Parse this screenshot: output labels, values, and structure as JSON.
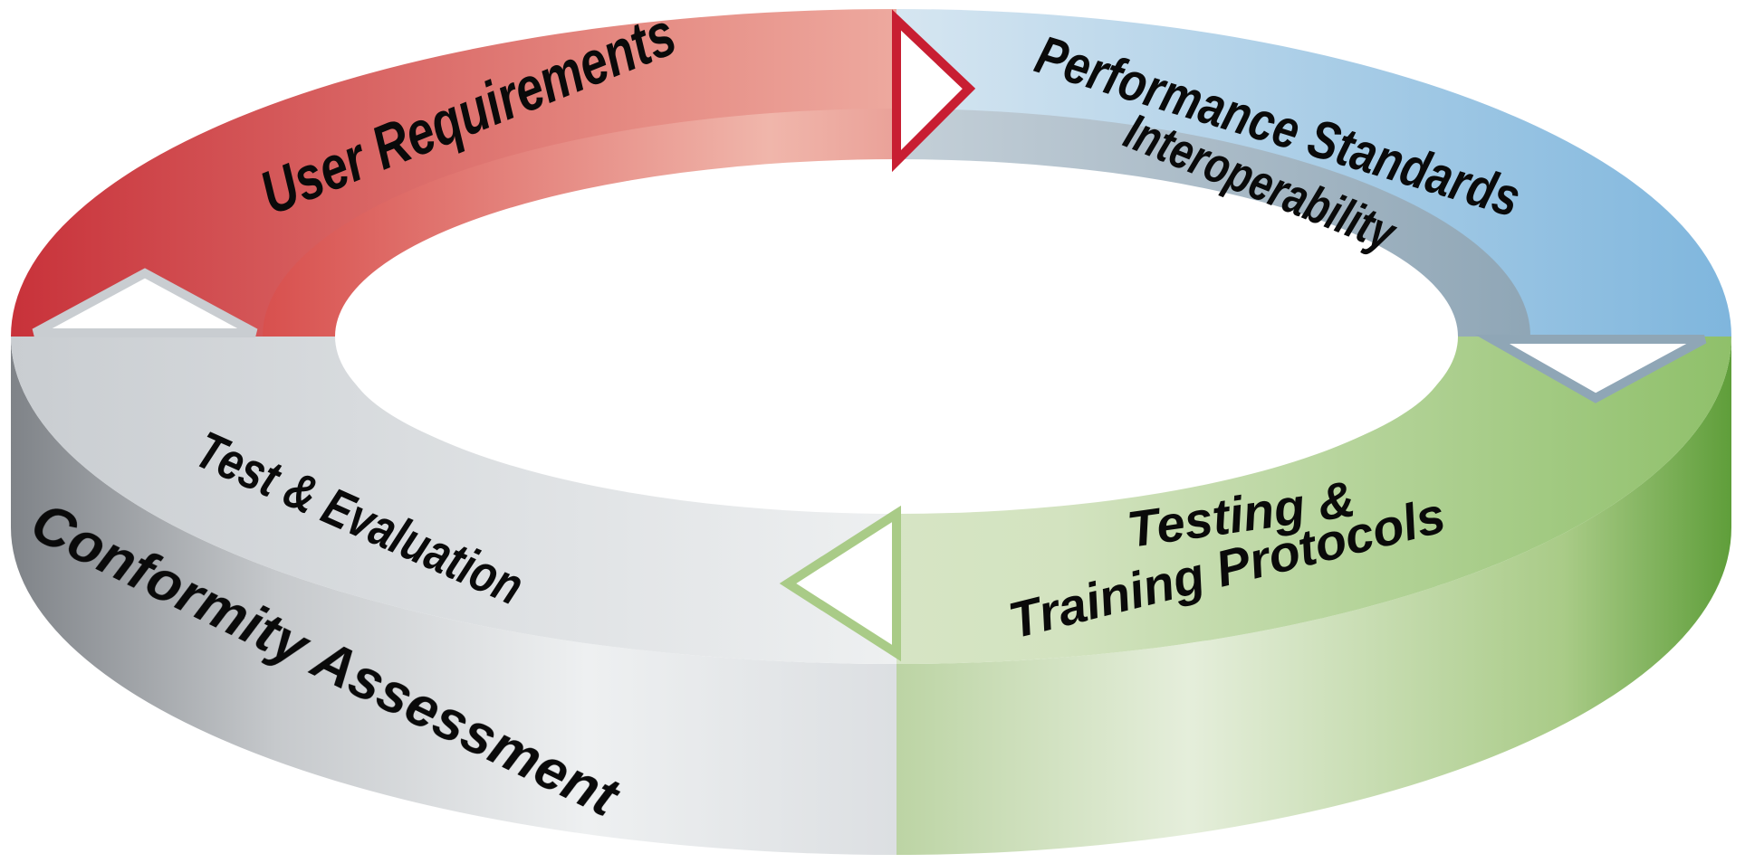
{
  "diagram": {
    "type": "cycle",
    "segments": [
      {
        "id": "user-requirements",
        "color": "#c81e32",
        "labels": [
          "User Requirements"
        ]
      },
      {
        "id": "performance-standards",
        "color": "#6fb0dc",
        "labels": [
          "Performance Standards",
          "Interoperability"
        ]
      },
      {
        "id": "testing-training",
        "color": "#5f9e3a",
        "labels": [
          "Testing &",
          "Training Protocols"
        ]
      },
      {
        "id": "conformity-assessment",
        "color": "#8a8e94",
        "labels": [
          "Test & Evaluation",
          "Conformity Assessment"
        ]
      }
    ]
  }
}
